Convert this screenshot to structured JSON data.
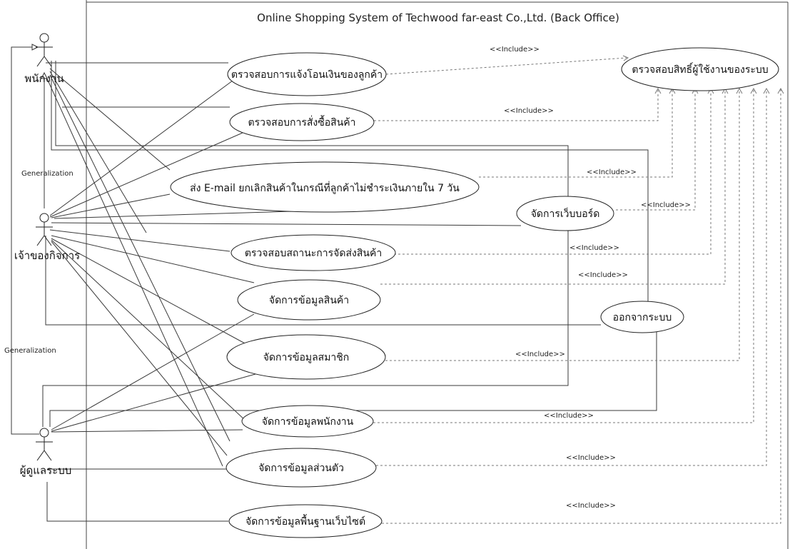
{
  "system": {
    "title": "Online Shopping System of Techwood far-east Co.,Ltd. (Back Office)"
  },
  "actors": {
    "employee": "พนักงาน",
    "owner": "เจ้าของกิจการ",
    "admin": "ผู้ดูแลระบบ"
  },
  "generalization": {
    "upper": "Generalization",
    "lower": "Generalization"
  },
  "use_cases": {
    "check_permission": "ตรวจสอบสิทธิ์ผู้ใช้งานของระบบ",
    "check_transfer": "ตรวจสอบการแจ้งโอนเงินของลูกค้า",
    "check_order": "ตรวจสอบการสั่งซื้อสินค้า",
    "send_email": "ส่ง E-mail ยกเลิกสินค้าในกรณีที่ลูกค้าไม่ชำระเงินภายใน 7 วัน",
    "manage_board": "จัดการเว็บบอร์ด",
    "check_shipping": "ตรวจสอบสถานะการจัดส่งสินค้า",
    "manage_product": "จัดการข้อมูลสินค้า",
    "logout": "ออกจากระบบ",
    "manage_member": "จัดการข้อมูลสมาชิก",
    "manage_employee": "จัดการข้อมูลพนักงาน",
    "manage_personal": "จัดการข้อมูลส่วนตัว",
    "manage_website": "จัดการข้อมูลพื้นฐานเว็บไซต์"
  },
  "include_label": "<<Include>>"
}
